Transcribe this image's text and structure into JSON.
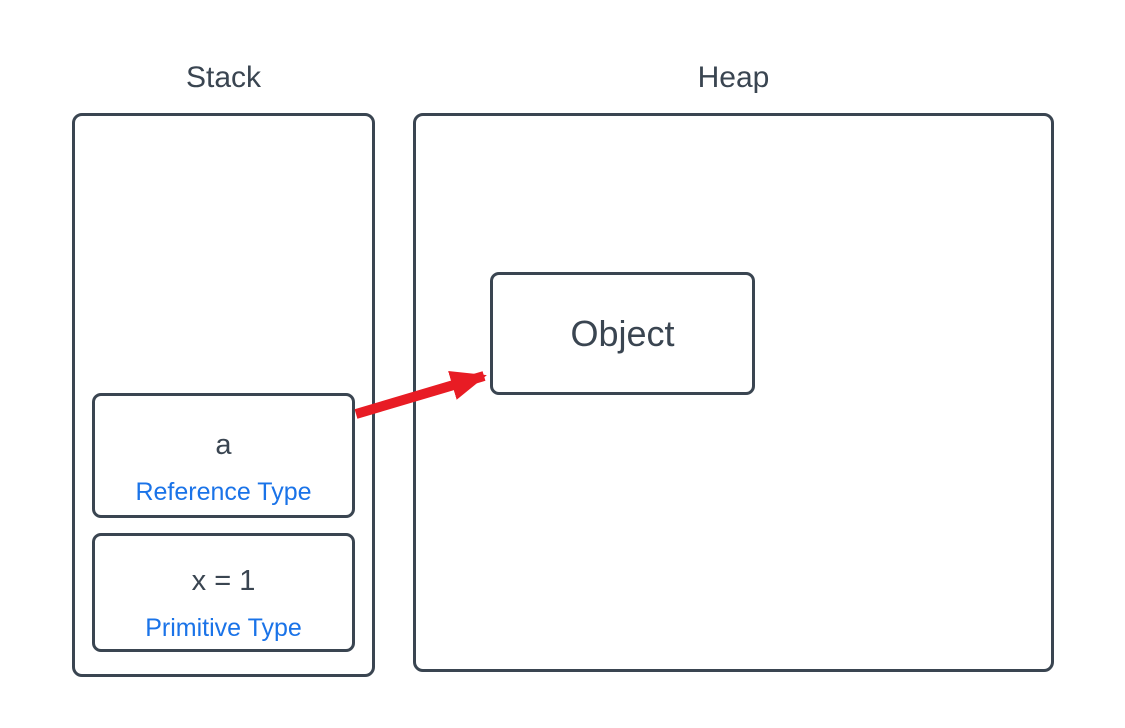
{
  "diagram": {
    "regions": {
      "stack": {
        "label": "Stack"
      },
      "heap": {
        "label": "Heap"
      }
    },
    "stack_items": [
      {
        "name": "a",
        "type_label": "Reference Type"
      },
      {
        "name": "x = 1",
        "type_label": "Primitive Type"
      }
    ],
    "heap_object": {
      "label": "Object"
    },
    "colors": {
      "stroke": "#3a4551",
      "type_text_blue": "#1a73e8",
      "arrow_red": "#e81c24",
      "background": "#ffffff"
    }
  }
}
